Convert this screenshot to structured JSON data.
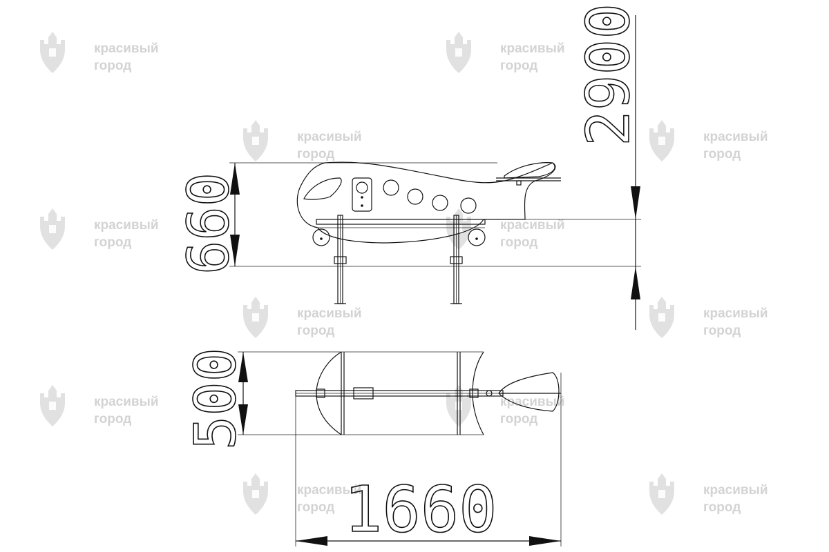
{
  "watermark": {
    "line1": "красивый",
    "line2": "город",
    "icon": "castle-heart-logo-icon",
    "color": "#c9c9c9"
  },
  "dimensions": {
    "total_height": "2900",
    "side_height": "660",
    "top_width": "500",
    "total_length": "1660"
  },
  "colors": {
    "line": "#111111",
    "background": "#ffffff"
  }
}
